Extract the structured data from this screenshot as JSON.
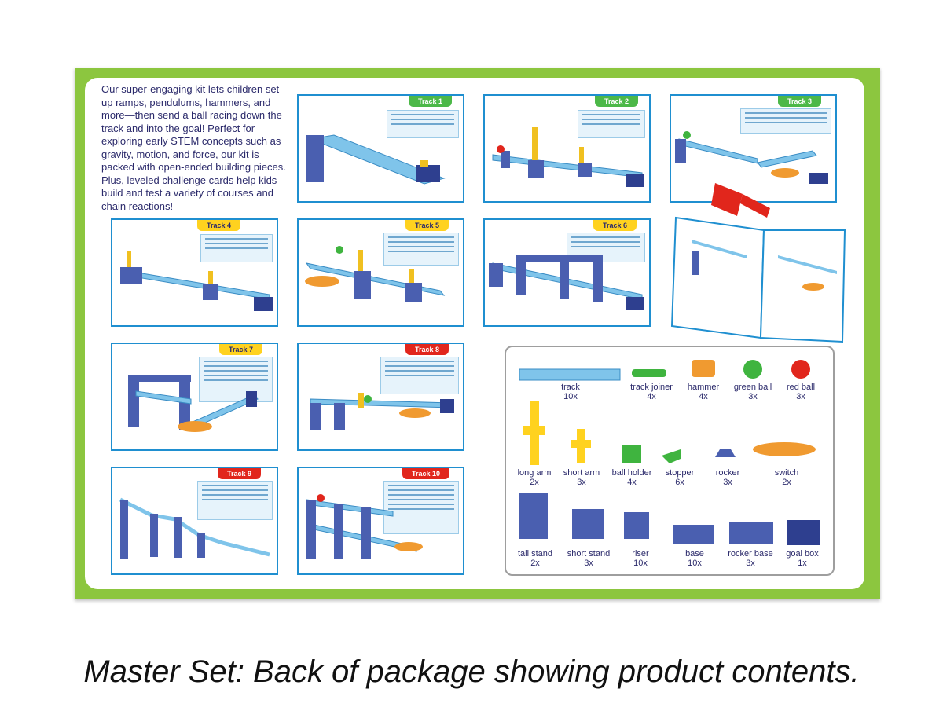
{
  "blurb": "Our super-engaging kit lets children set up ramps, pendulums, hammers, and more—then send a ball racing down the track and into the goal! Perfect for exploring early STEM concepts such as gravity, motion, and force, our kit is packed with open-ended building pieces. Plus, leveled challenge cards help kids build and test a variety of courses and chain reactions!",
  "tracks": [
    {
      "label": "Track 1",
      "color": "#4cb848"
    },
    {
      "label": "Track 2",
      "color": "#4cb848"
    },
    {
      "label": "Track 3",
      "color": "#4cb848"
    },
    {
      "label": "Track 4",
      "color": "#ffd21f"
    },
    {
      "label": "Track 5",
      "color": "#ffd21f"
    },
    {
      "label": "Track 6",
      "color": "#ffd21f"
    },
    {
      "label": "Track 7",
      "color": "#ffd21f"
    },
    {
      "label": "Track 8",
      "color": "#e1261c"
    },
    {
      "label": "Track 9",
      "color": "#e1261c"
    },
    {
      "label": "Track 10",
      "color": "#e1261c"
    }
  ],
  "parts": [
    {
      "name": "track",
      "qty": "10x"
    },
    {
      "name": "track joiner",
      "qty": "4x"
    },
    {
      "name": "hammer",
      "qty": "4x"
    },
    {
      "name": "green ball",
      "qty": "3x"
    },
    {
      "name": "red ball",
      "qty": "3x"
    },
    {
      "name": "long arm",
      "qty": "2x"
    },
    {
      "name": "short arm",
      "qty": "3x"
    },
    {
      "name": "ball holder",
      "qty": "4x"
    },
    {
      "name": "stopper",
      "qty": "6x"
    },
    {
      "name": "rocker",
      "qty": "3x"
    },
    {
      "name": "switch",
      "qty": "2x"
    },
    {
      "name": "tall stand",
      "qty": "2x"
    },
    {
      "name": "short stand",
      "qty": "3x"
    },
    {
      "name": "riser",
      "qty": "10x"
    },
    {
      "name": "base",
      "qty": "10x"
    },
    {
      "name": "rocker base",
      "qty": "3x"
    },
    {
      "name": "goal box",
      "qty": "1x"
    }
  ],
  "caption": "Master Set: Back of package showing product contents.",
  "colors": {
    "box_green": "#8cc63f",
    "card_blue": "#1f8fd0",
    "text_navy": "#2b2a6b",
    "piece_blue": "#4a5fb0",
    "track_blue": "#7fc4ea"
  }
}
